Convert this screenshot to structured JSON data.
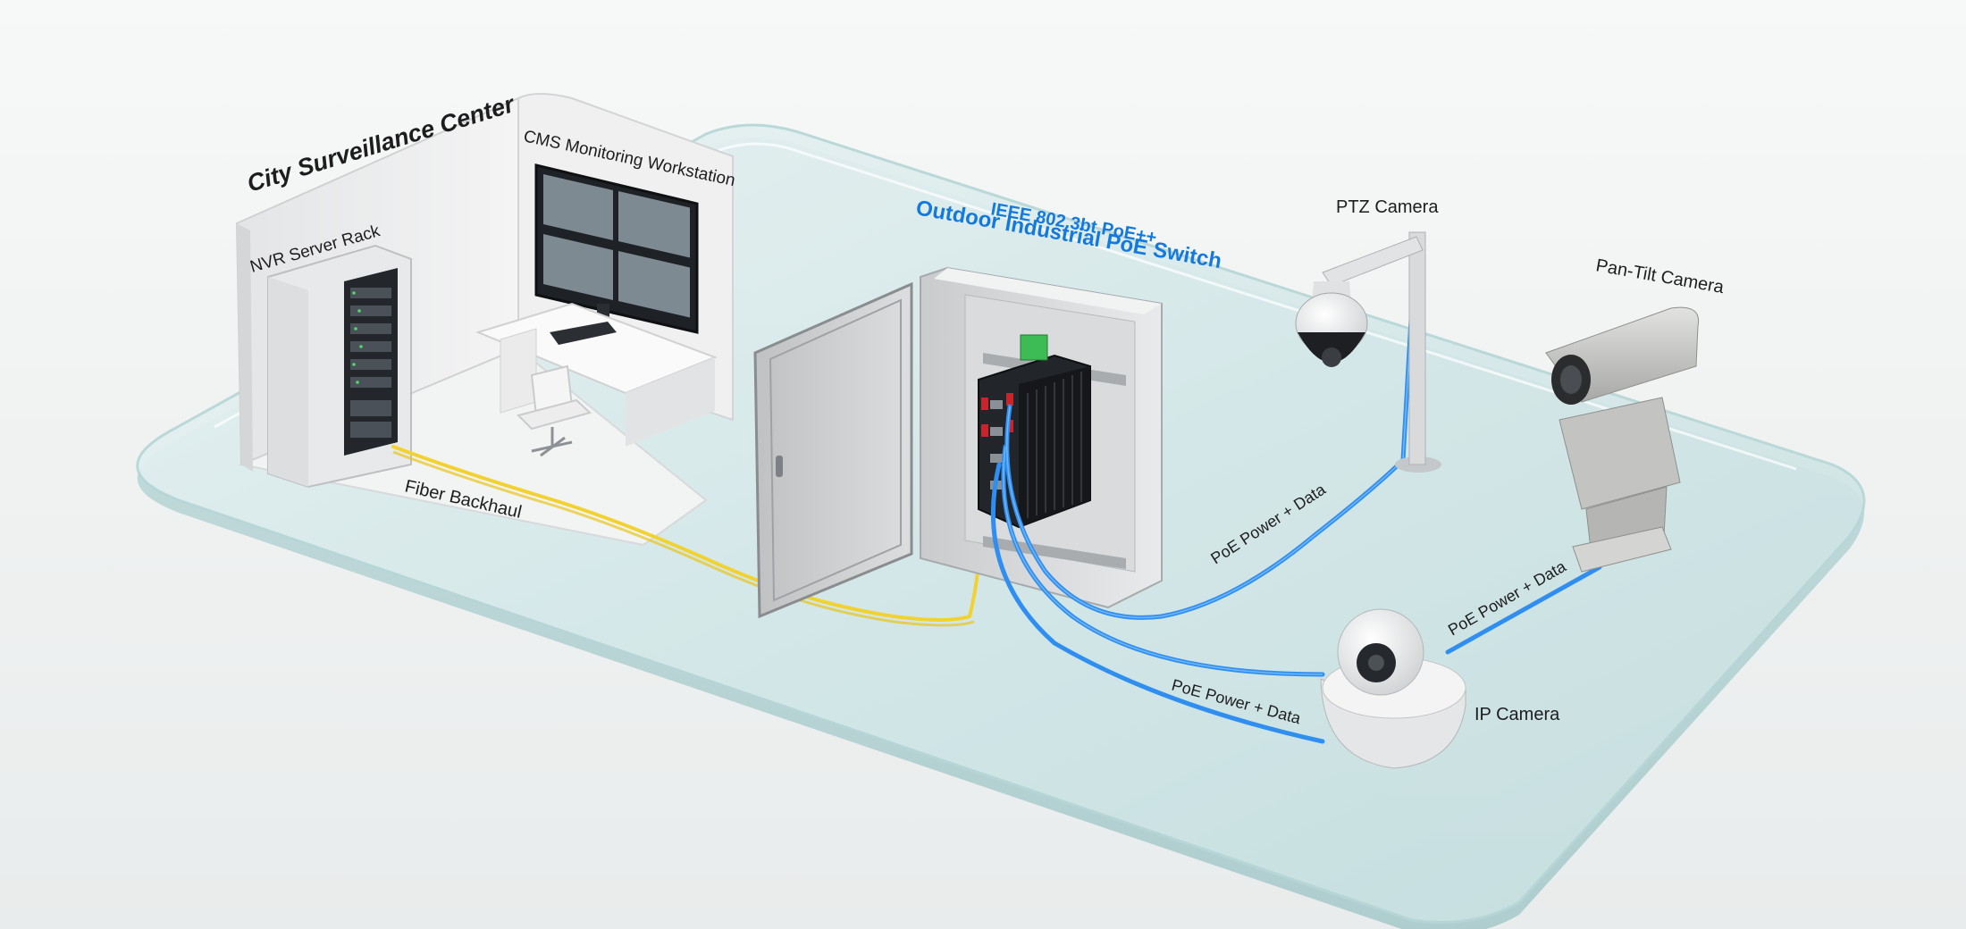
{
  "labels": {
    "surveillance_center": "City Surveillance Center",
    "cms_workstation": "CMS Monitoring Workstation",
    "nvr_rack": "NVR Server Rack",
    "fiber_backhaul": "Fiber Backhaul",
    "switch_line1": "IEEE 802.3bt PoE++",
    "switch_line2": "Outdoor Industrial PoE Switch",
    "ptz_camera": "PTZ Camera",
    "pan_tilt_camera": "Pan-Tilt Camera",
    "ip_camera": "IP Camera",
    "poe_ptz": "PoE Power + Data",
    "poe_pantilt": "PoE Power + Data",
    "poe_ip": "PoE Power + Data"
  },
  "colors": {
    "poe_cable": "#2f8ef0",
    "fiber_cable": "#f2d230",
    "switch_label": "#1479dc",
    "glass": "#dcecee"
  }
}
